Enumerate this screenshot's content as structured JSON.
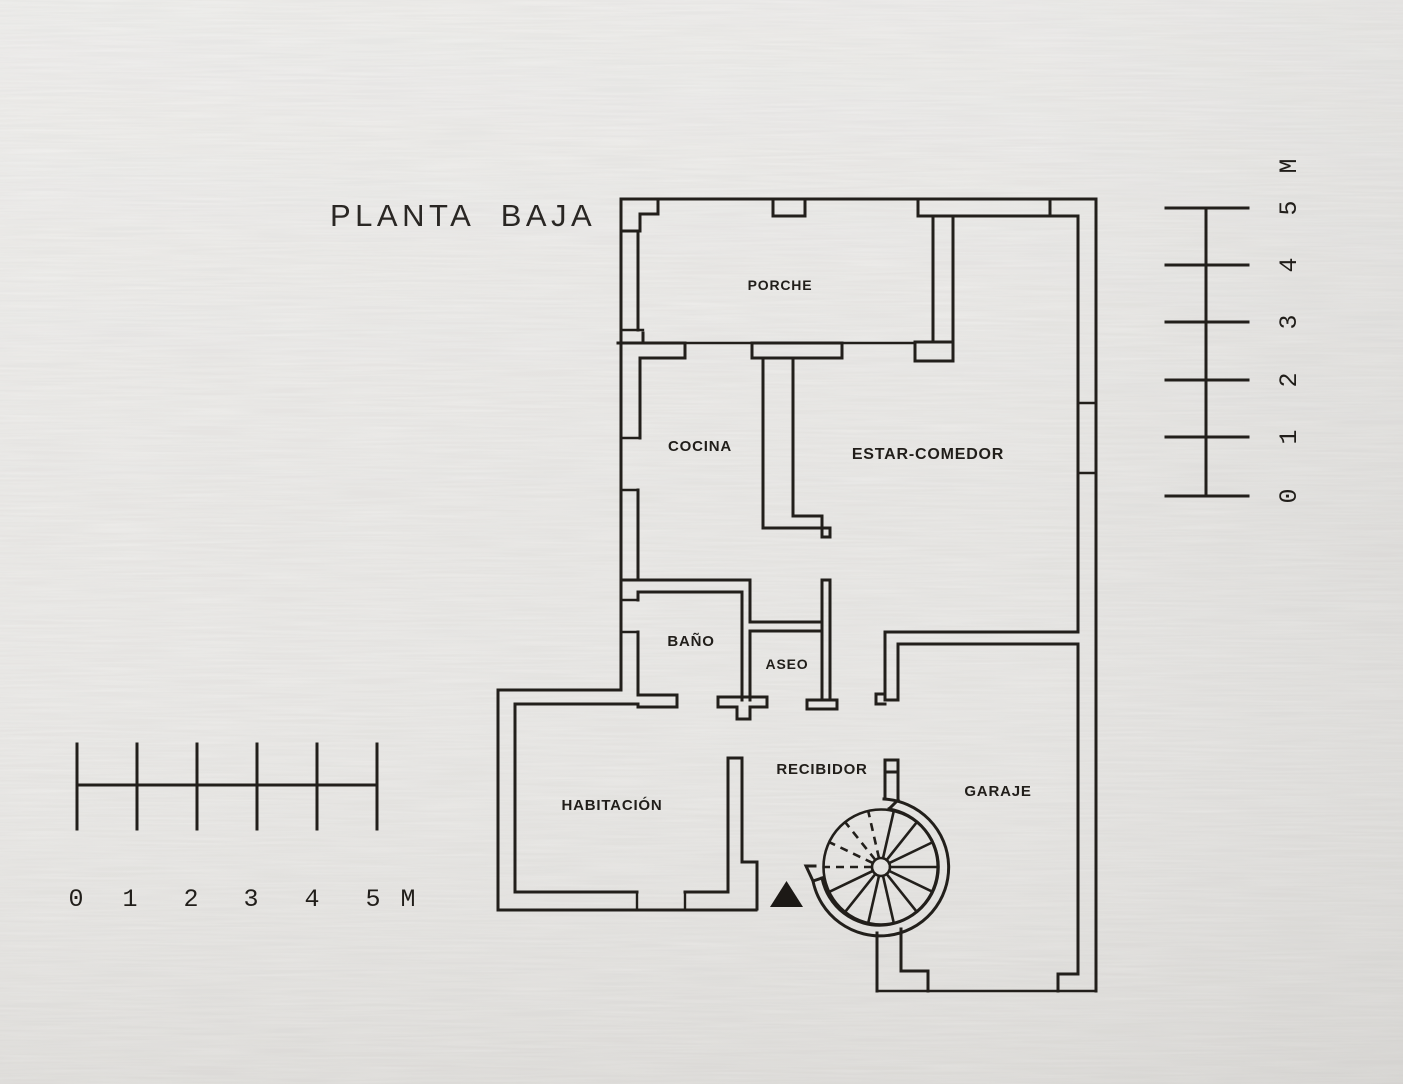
{
  "title": "PLANTA BAJA",
  "rooms": {
    "porche": "PORCHE",
    "cocina": "COCINA",
    "estar_comedor": "ESTAR-COMEDOR",
    "bano": "BAÑO",
    "aseo": "ASEO",
    "habitacion": "HABITACIÓN",
    "recibidor": "RECIBIDOR",
    "garaje": "GARAJE"
  },
  "scale_bottom": {
    "labels": [
      "0",
      "1",
      "2",
      "3",
      "4",
      "5"
    ],
    "unit": "M"
  },
  "scale_right": {
    "labels": [
      "0",
      "1",
      "2",
      "3",
      "4",
      "5"
    ],
    "unit": "M"
  },
  "colors": {
    "ink": "#221f1b",
    "paper": "#efeeec"
  }
}
